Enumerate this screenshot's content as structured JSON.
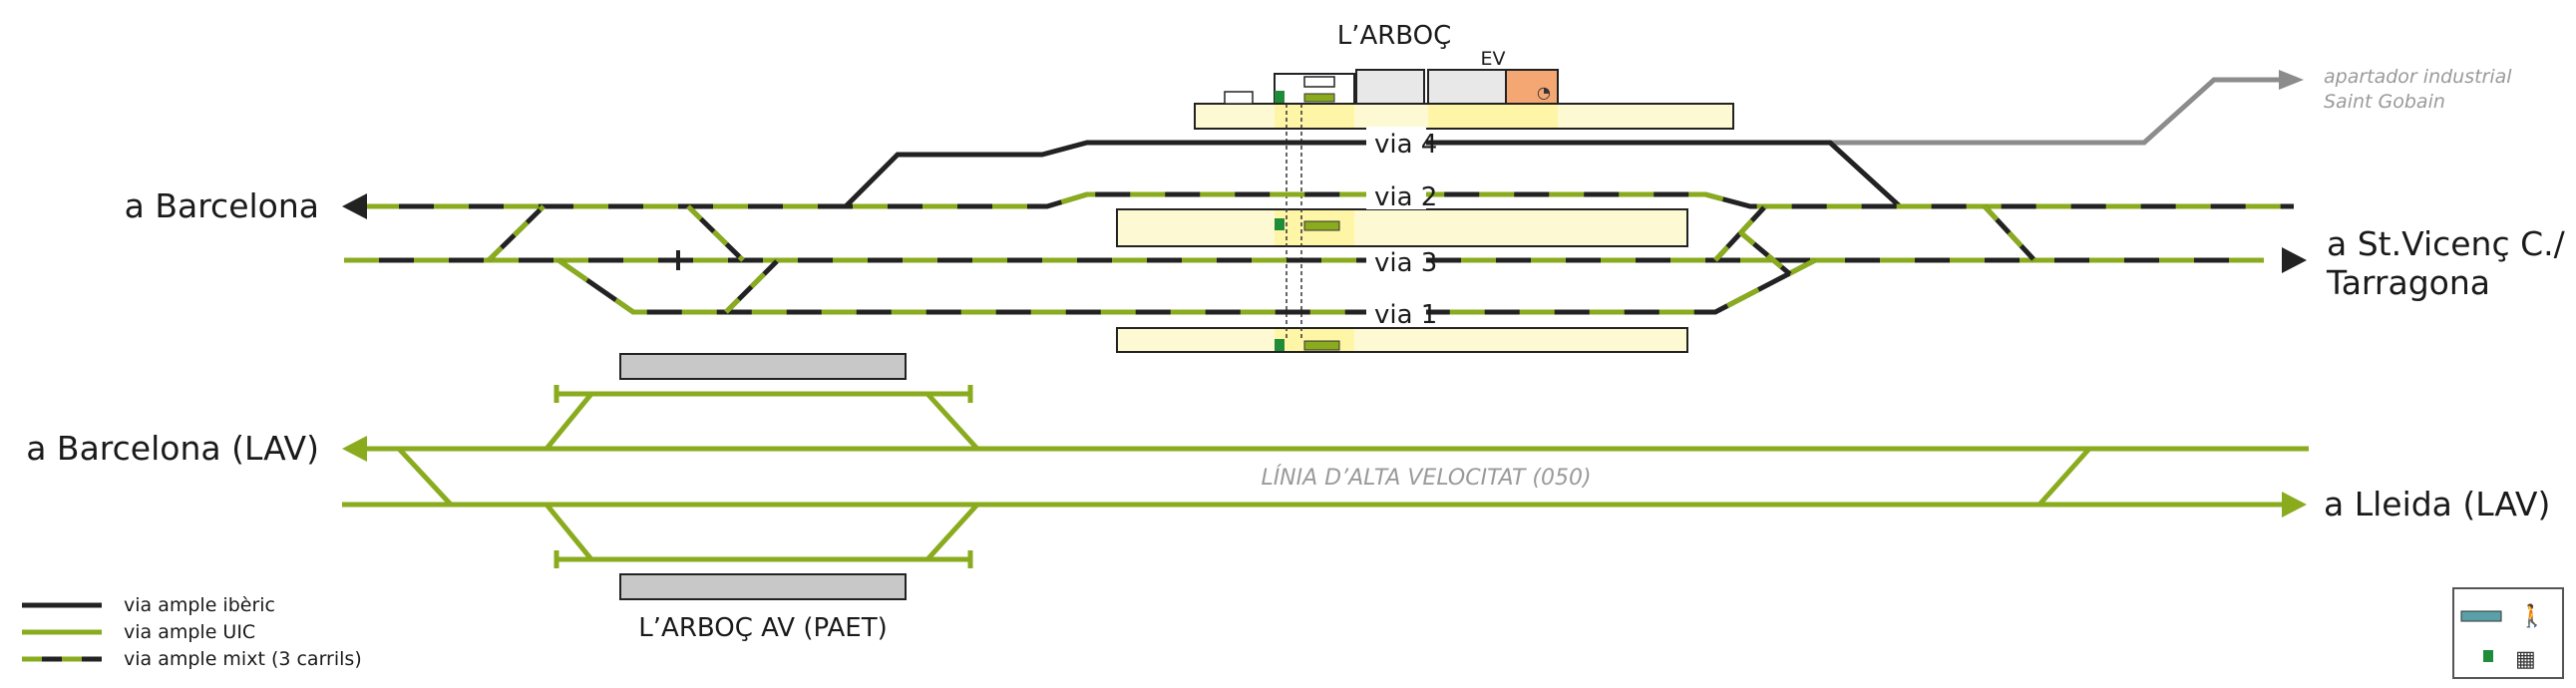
{
  "station": {
    "name": "L’ARBOÇ",
    "ev_label": "EV"
  },
  "tracks": {
    "via4": "via 4",
    "via2": "via 2",
    "via3": "via 3",
    "via1": "via 1"
  },
  "destinations": {
    "barcelona": "a Barcelona",
    "stvicenc_1": "a St.Vicenç C./",
    "stvicenc_2": "Tarragona",
    "barcelona_lav": "a Barcelona (LAV)",
    "lleida_lav": "a Lleida (LAV)",
    "industrial_1": "apartador industrial",
    "industrial_2": "Saint Gobain"
  },
  "lav": {
    "line_label": "LÍNIA D’ALTA VELOCITAT (050)",
    "paet_label": "L’ARBOÇ AV (PAET)"
  },
  "legend": {
    "iberic": "via ample ibèric",
    "uic": "via ample UIC",
    "mixt": "via ample mixt (3 carrils)"
  },
  "colors": {
    "iberic": "#222222",
    "uic": "#8aab1e",
    "platform": "#fdf9d2",
    "building": "#e8e8e8",
    "ev_building": "#f4a673",
    "industrial": "#8c8c8c",
    "paet_platform": "#c8c8c8"
  }
}
